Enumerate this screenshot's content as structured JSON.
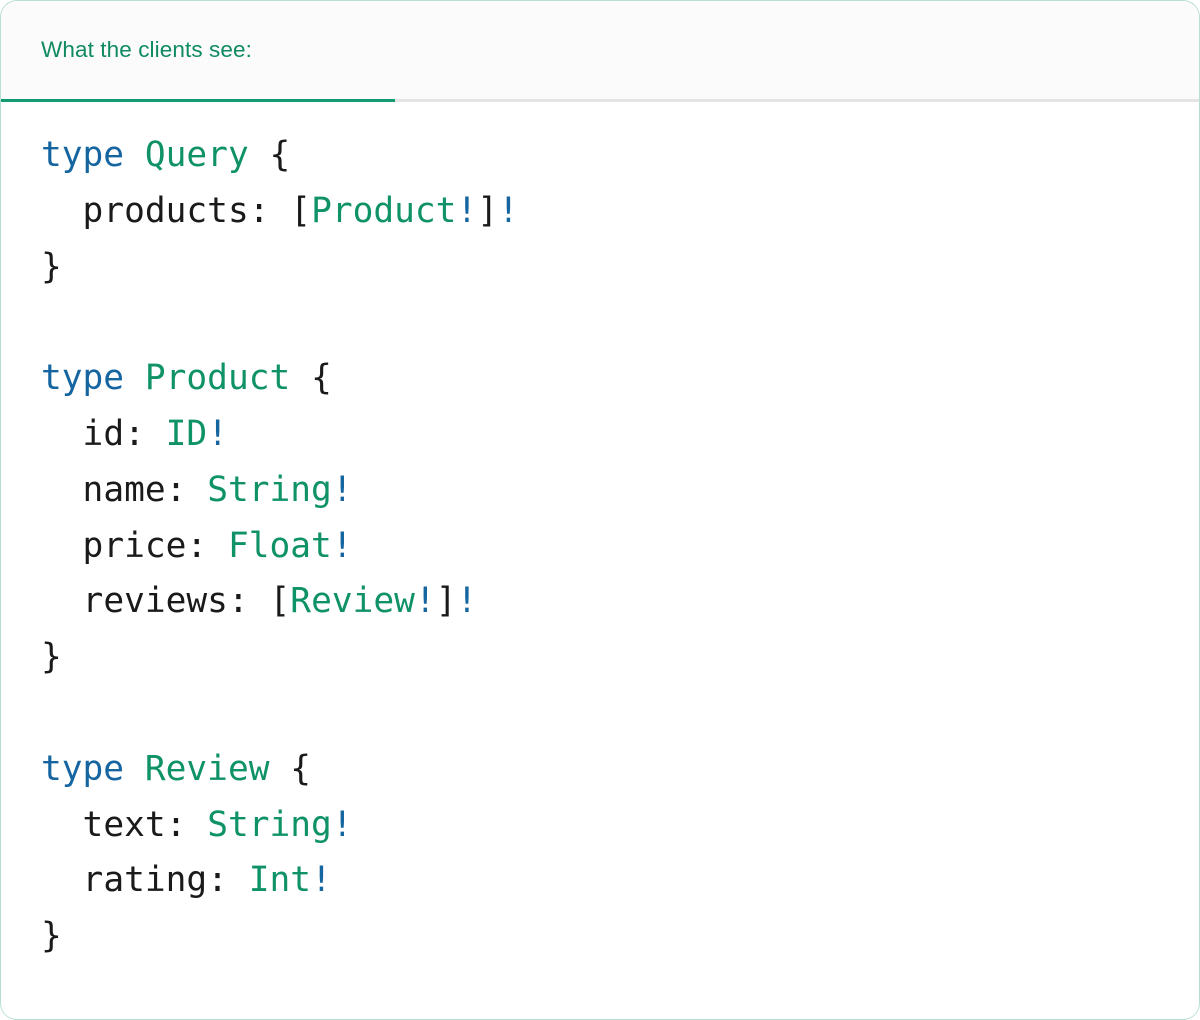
{
  "card": {
    "border_color": "#10966950",
    "background": "#ffffff"
  },
  "header": {
    "background": "#fbfbfb",
    "divider_color": "#e4e4e4",
    "active_underline_color": "#139c72",
    "tabs": [
      {
        "id": "clients-view",
        "label": "What the clients see:",
        "active": true,
        "color": "#0f8a63"
      }
    ]
  },
  "editor": {
    "language": "graphql",
    "theme": {
      "keyword": "#1565a0",
      "type_name": "#0f9268",
      "non_null": "#1565a0",
      "punctuation": "#1a1a1a",
      "field_name": "#1a1a1a",
      "background": "#ffffff"
    },
    "lines": [
      {
        "n": 1,
        "tokens": [
          {
            "t": "kw",
            "v": "type"
          },
          {
            "t": "sp",
            "v": " "
          },
          {
            "t": "type",
            "v": "Query"
          },
          {
            "t": "sp",
            "v": " "
          },
          {
            "t": "punc",
            "v": "{"
          }
        ]
      },
      {
        "n": 2,
        "tokens": [
          {
            "t": "sp",
            "v": "  "
          },
          {
            "t": "field",
            "v": "products"
          },
          {
            "t": "punc",
            "v": ":"
          },
          {
            "t": "sp",
            "v": " "
          },
          {
            "t": "punc",
            "v": "["
          },
          {
            "t": "type",
            "v": "Product"
          },
          {
            "t": "bang",
            "v": "!"
          },
          {
            "t": "punc",
            "v": "]"
          },
          {
            "t": "bang",
            "v": "!"
          }
        ]
      },
      {
        "n": 3,
        "tokens": [
          {
            "t": "punc",
            "v": "}"
          }
        ]
      },
      {
        "n": 4,
        "tokens": []
      },
      {
        "n": 5,
        "tokens": [
          {
            "t": "kw",
            "v": "type"
          },
          {
            "t": "sp",
            "v": " "
          },
          {
            "t": "type",
            "v": "Product"
          },
          {
            "t": "sp",
            "v": " "
          },
          {
            "t": "punc",
            "v": "{"
          }
        ]
      },
      {
        "n": 6,
        "tokens": [
          {
            "t": "sp",
            "v": "  "
          },
          {
            "t": "field",
            "v": "id"
          },
          {
            "t": "punc",
            "v": ":"
          },
          {
            "t": "sp",
            "v": " "
          },
          {
            "t": "type",
            "v": "ID"
          },
          {
            "t": "bang",
            "v": "!"
          }
        ]
      },
      {
        "n": 7,
        "tokens": [
          {
            "t": "sp",
            "v": "  "
          },
          {
            "t": "field",
            "v": "name"
          },
          {
            "t": "punc",
            "v": ":"
          },
          {
            "t": "sp",
            "v": " "
          },
          {
            "t": "type",
            "v": "String"
          },
          {
            "t": "bang",
            "v": "!"
          }
        ]
      },
      {
        "n": 8,
        "tokens": [
          {
            "t": "sp",
            "v": "  "
          },
          {
            "t": "field",
            "v": "price"
          },
          {
            "t": "punc",
            "v": ":"
          },
          {
            "t": "sp",
            "v": " "
          },
          {
            "t": "type",
            "v": "Float"
          },
          {
            "t": "bang",
            "v": "!"
          }
        ]
      },
      {
        "n": 9,
        "tokens": [
          {
            "t": "sp",
            "v": "  "
          },
          {
            "t": "field",
            "v": "reviews"
          },
          {
            "t": "punc",
            "v": ":"
          },
          {
            "t": "sp",
            "v": " "
          },
          {
            "t": "punc",
            "v": "["
          },
          {
            "t": "type",
            "v": "Review"
          },
          {
            "t": "bang",
            "v": "!"
          },
          {
            "t": "punc",
            "v": "]"
          },
          {
            "t": "bang",
            "v": "!"
          }
        ]
      },
      {
        "n": 10,
        "tokens": [
          {
            "t": "punc",
            "v": "}"
          }
        ]
      },
      {
        "n": 11,
        "tokens": []
      },
      {
        "n": 12,
        "tokens": [
          {
            "t": "kw",
            "v": "type"
          },
          {
            "t": "sp",
            "v": " "
          },
          {
            "t": "type",
            "v": "Review"
          },
          {
            "t": "sp",
            "v": " "
          },
          {
            "t": "punc",
            "v": "{"
          }
        ]
      },
      {
        "n": 13,
        "tokens": [
          {
            "t": "sp",
            "v": "  "
          },
          {
            "t": "field",
            "v": "text"
          },
          {
            "t": "punc",
            "v": ":"
          },
          {
            "t": "sp",
            "v": " "
          },
          {
            "t": "type",
            "v": "String"
          },
          {
            "t": "bang",
            "v": "!"
          }
        ]
      },
      {
        "n": 14,
        "tokens": [
          {
            "t": "sp",
            "v": "  "
          },
          {
            "t": "field",
            "v": "rating"
          },
          {
            "t": "punc",
            "v": ":"
          },
          {
            "t": "sp",
            "v": " "
          },
          {
            "t": "type",
            "v": "Int"
          },
          {
            "t": "bang",
            "v": "!"
          }
        ]
      },
      {
        "n": 15,
        "tokens": [
          {
            "t": "punc",
            "v": "}"
          }
        ]
      }
    ]
  }
}
